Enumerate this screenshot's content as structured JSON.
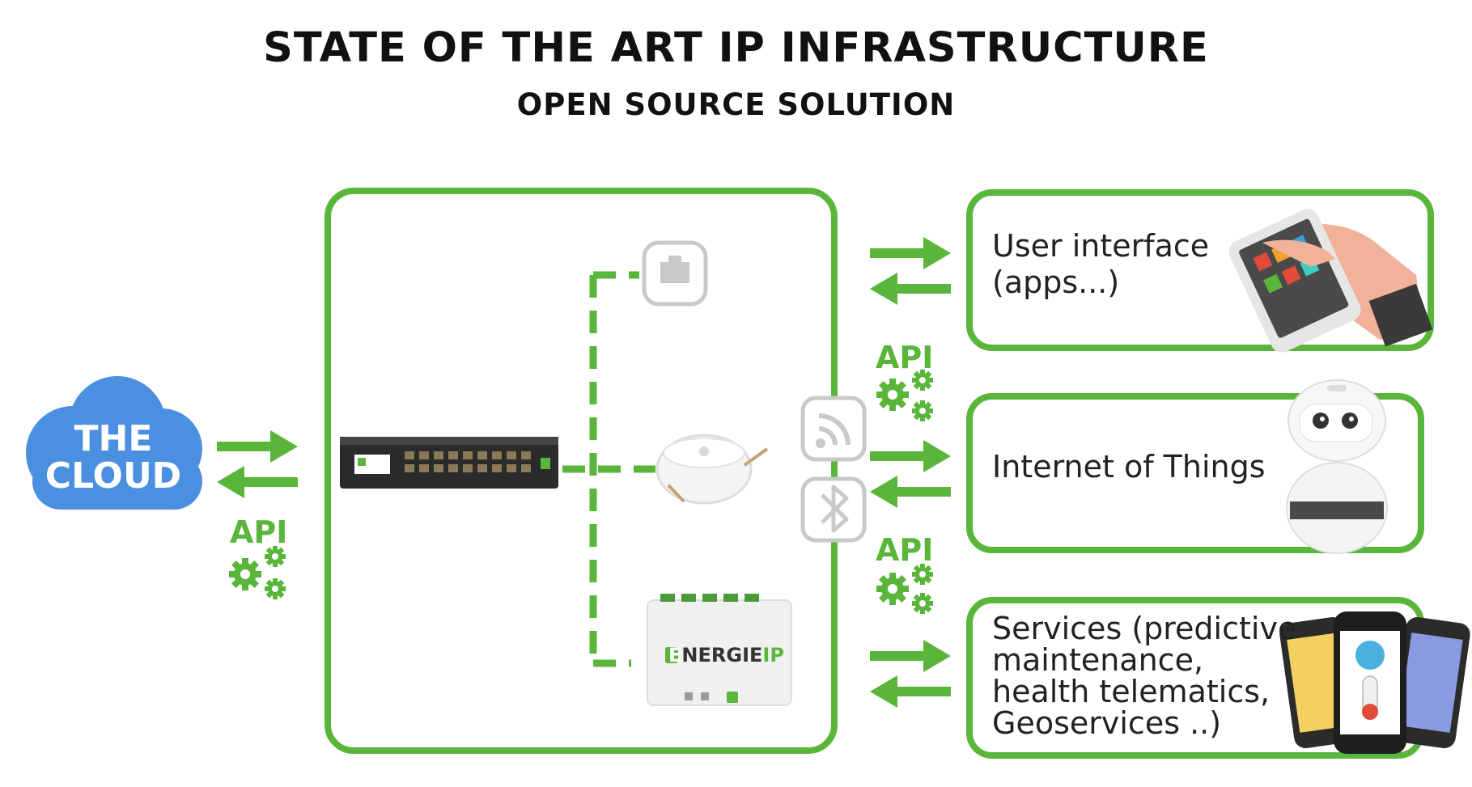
{
  "header": {
    "title": "STATE OF THE ART IP INFRASTRUCTURE",
    "subtitle": "OPEN SOURCE SOLUTION"
  },
  "cloud": {
    "label_line1": "THE",
    "label_line2": "CLOUD"
  },
  "api_labels": [
    "API",
    "API",
    "API"
  ],
  "boxes": {
    "ui": {
      "line1": "User interface",
      "line2": "(apps...)"
    },
    "iot": {
      "line1": "Internet of Things"
    },
    "services": {
      "line1": "Services (predictive",
      "line2": "maintenance,",
      "line3": "health telematics,",
      "line4": "Geoservices ..)"
    }
  },
  "device_brand": {
    "prefix": "E",
    "name": "NERGIE",
    "suffix": "IP"
  },
  "colors": {
    "accent": "#5ab53b",
    "cloud": "#4a8fe0",
    "gray": "#c9c9c9"
  },
  "icons": [
    "cloud-icon",
    "gears-icon",
    "network-switch-icon",
    "ethernet-port-icon",
    "sensor-icon",
    "controller-box-icon",
    "wireless-icon",
    "bluetooth-icon",
    "smartphone-hand-icon",
    "robot-icon",
    "phones-icon"
  ]
}
